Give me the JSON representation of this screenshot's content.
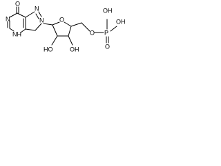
{
  "structure": {
    "atoms": {
      "o_carbonyl": "O",
      "n_imidazole_top": "N",
      "n_pyrimidine": "N",
      "n_glycosidic": "N",
      "nh_ring": "NH",
      "o_furanose": "O",
      "ho_c2": "HO",
      "oh_c3": "OH",
      "o_ester": "O",
      "p": "P",
      "oh_p_top": "OH",
      "oh_p_right": "OH",
      "o_p_double": "O"
    }
  },
  "colors": {
    "line": "#000000",
    "background": "#ffffff"
  }
}
